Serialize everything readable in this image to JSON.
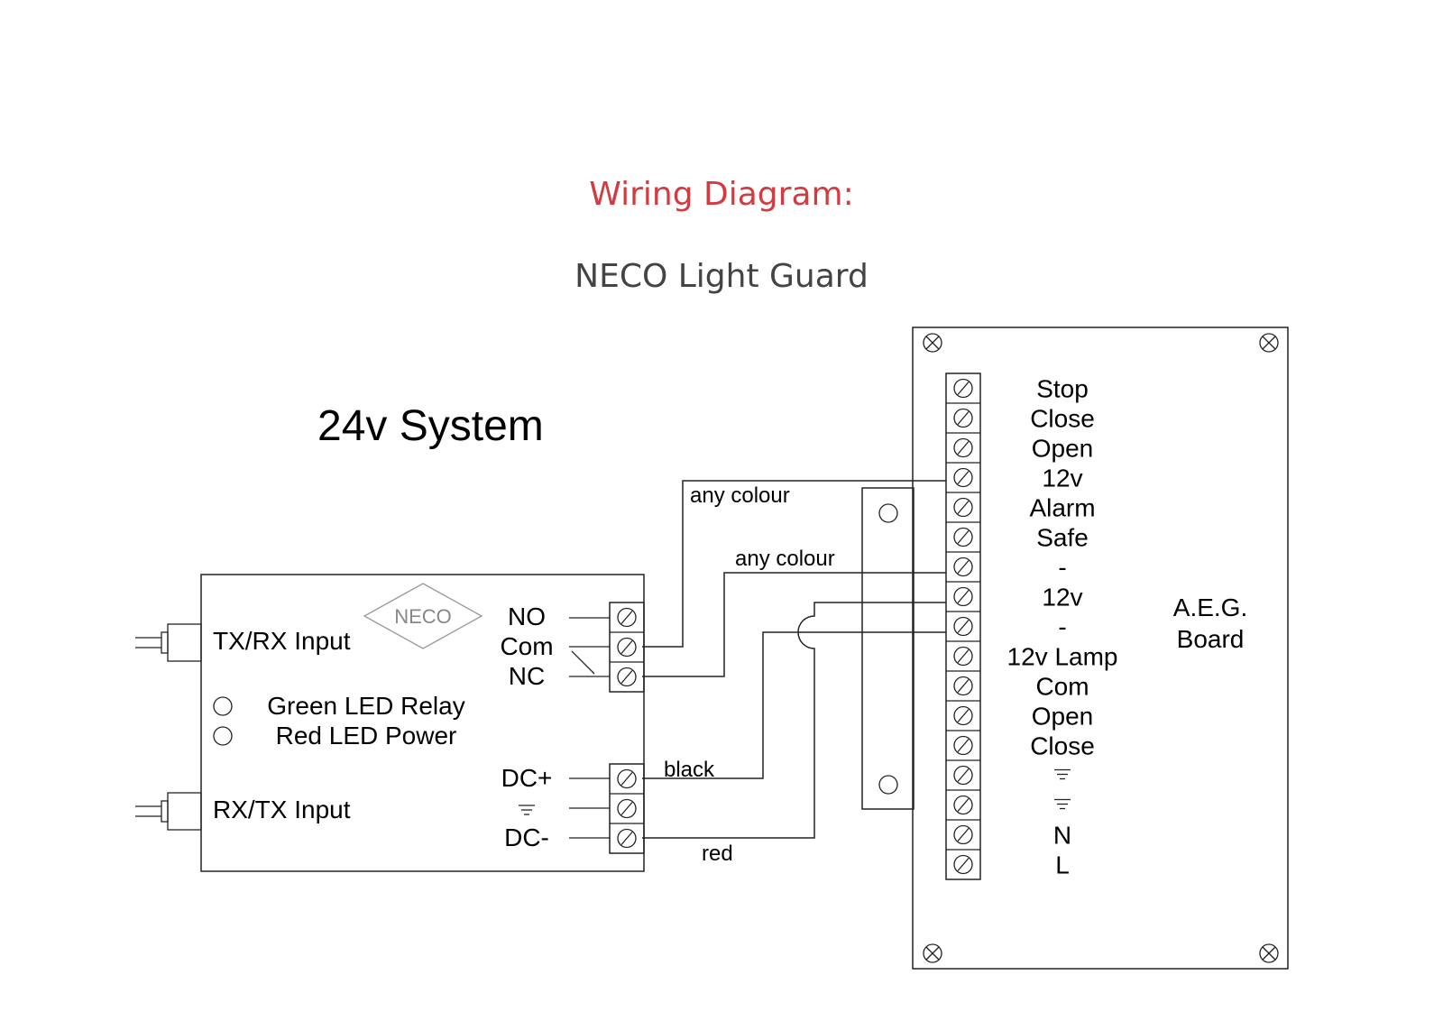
{
  "header": {
    "title": "Wiring Diagram:",
    "subtitle": "NECO Light Guard"
  },
  "colors": {
    "title": "#d23b3f",
    "subtitle": "#444444",
    "ink": "#222222",
    "logo": "#888888"
  },
  "system_label": "24v System",
  "neco_unit": {
    "logo": "NECO",
    "inputs": [
      "TX/RX Input",
      "RX/TX Input"
    ],
    "leds": [
      "Green LED Relay",
      "Red LED Power"
    ],
    "relay_terminals": [
      "NO",
      "Com",
      "NC"
    ],
    "power_terminals": [
      "DC+",
      "",
      "DC-"
    ],
    "earth_icon": "earth-ground-icon"
  },
  "wires": {
    "relay_com": "any colour",
    "relay_nc": "any colour",
    "dc_plus": "black",
    "dc_minus": "red"
  },
  "aeg_board": {
    "name_line1": "A.E.G.",
    "name_line2": "Board",
    "terminals": [
      "Stop",
      "Close",
      "Open",
      "12v",
      "Alarm",
      "Safe",
      "-",
      "12v",
      "-",
      "12v Lamp",
      "Com",
      "Open",
      "Close",
      "",
      "",
      "N",
      "L"
    ],
    "earth_icon": "earth-ground-icon"
  }
}
